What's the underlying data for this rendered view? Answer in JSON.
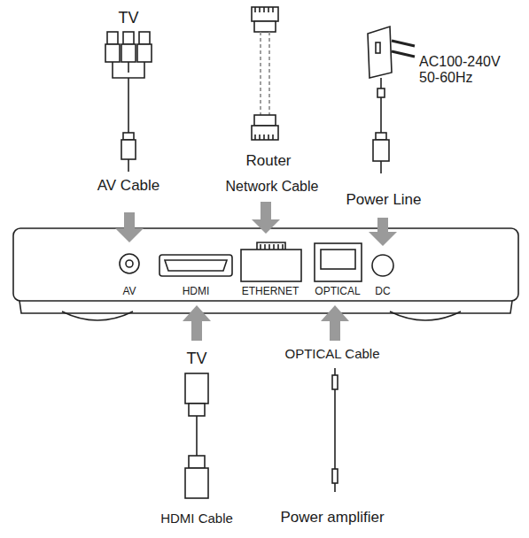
{
  "diagram": {
    "labels": [
      "TV",
      "AV Cable",
      "Router",
      "Network Cable",
      "AC100-240V 50-60Hz",
      "Power Line",
      "AV",
      "HDMI",
      "ETHERNET",
      "OPTICAL",
      "DC",
      "TV",
      "OPTICAL  Cable",
      "HDMI Cable",
      "Power amplifier"
    ]
  }
}
